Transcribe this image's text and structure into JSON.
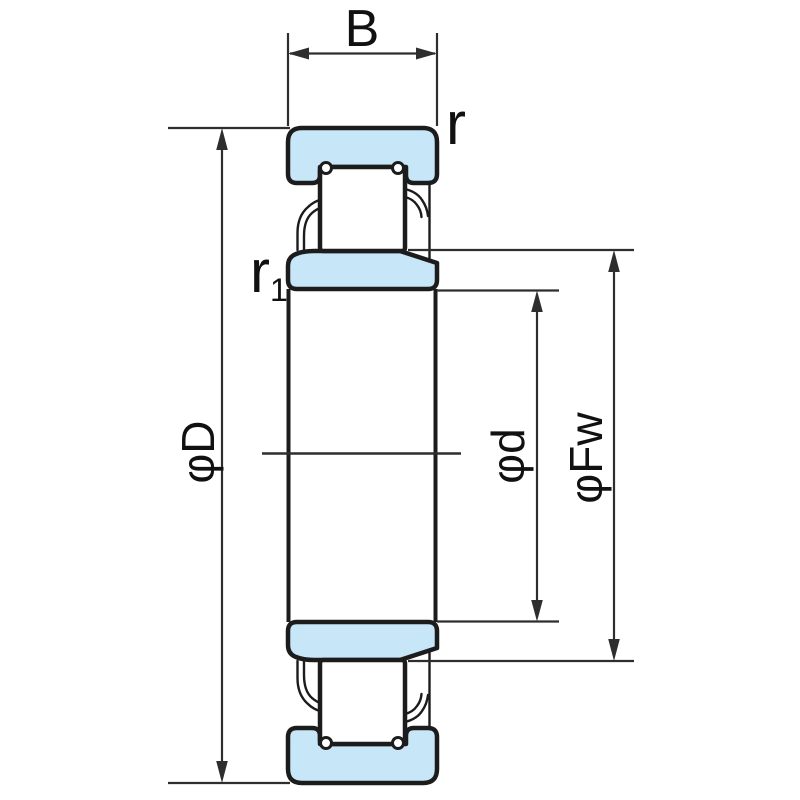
{
  "labels": {
    "width": "B",
    "outer_ring_chamfer": "r",
    "inner_ring_chamfer_base": "r",
    "inner_ring_chamfer_sub": "1",
    "outer_diameter": "φD",
    "bore_diameter": "φd",
    "raceway_diameter": "φFw"
  },
  "colors": {
    "ring_fill": "#c7e6f8",
    "line": "#1c1c1c",
    "dimension_line": "#2e2e2e",
    "background": "#ffffff"
  }
}
